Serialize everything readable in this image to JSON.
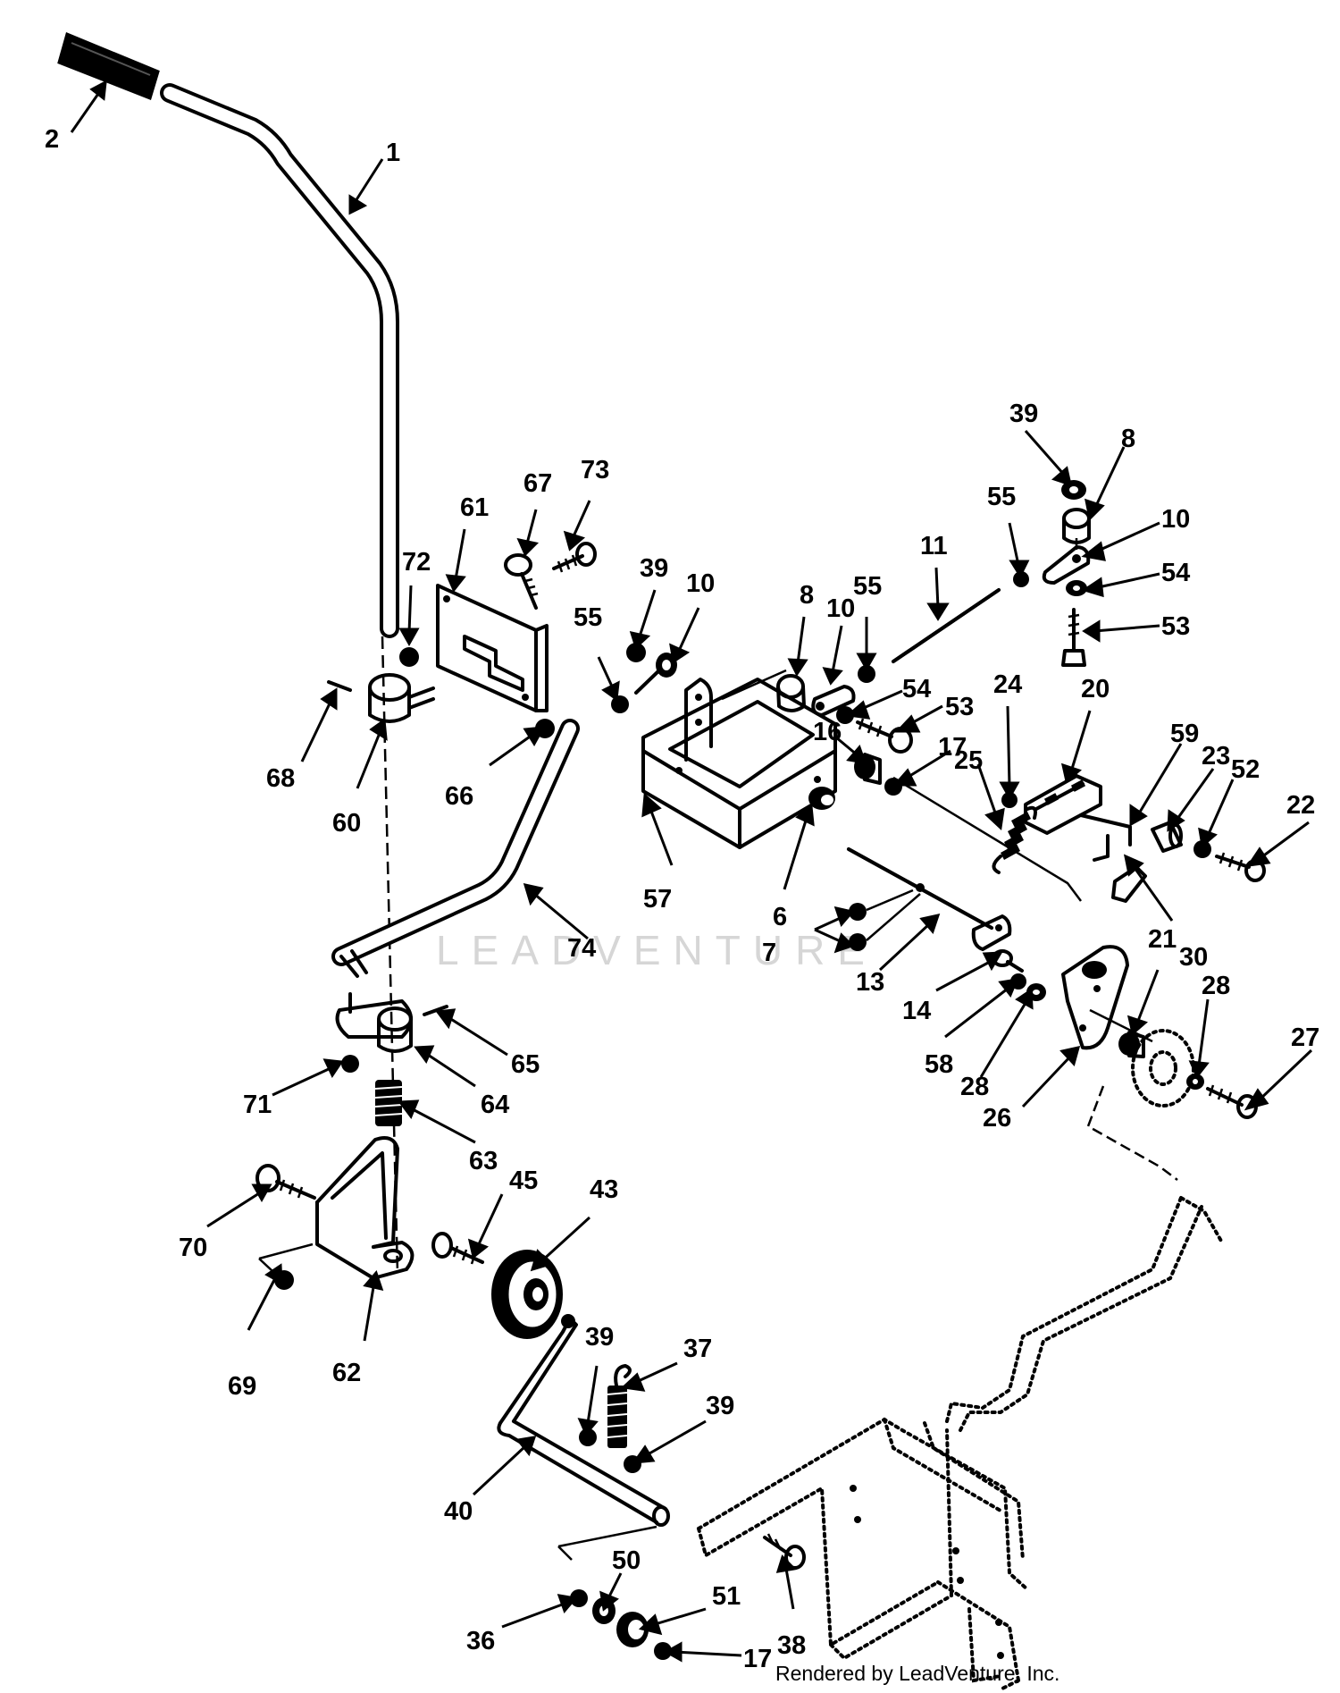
{
  "watermark": "LEADVENTURE",
  "footer": "Rendered by LeadVenture, Inc.",
  "callouts": [
    {
      "id": "c2",
      "text": "2"
    },
    {
      "id": "c1",
      "text": "1"
    },
    {
      "id": "c39a",
      "text": "39"
    },
    {
      "id": "c8a",
      "text": "8"
    },
    {
      "id": "c55a",
      "text": "55"
    },
    {
      "id": "c10a",
      "text": "10"
    },
    {
      "id": "c54a",
      "text": "54"
    },
    {
      "id": "c53a",
      "text": "53"
    },
    {
      "id": "c11",
      "text": "11"
    },
    {
      "id": "c67",
      "text": "67"
    },
    {
      "id": "c73",
      "text": "73"
    },
    {
      "id": "c61",
      "text": "61"
    },
    {
      "id": "c72",
      "text": "72"
    },
    {
      "id": "c39b",
      "text": "39"
    },
    {
      "id": "c10b",
      "text": "10"
    },
    {
      "id": "c55b",
      "text": "55"
    },
    {
      "id": "c8b",
      "text": "8"
    },
    {
      "id": "c10c",
      "text": "10"
    },
    {
      "id": "c55c",
      "text": "55"
    },
    {
      "id": "c54b",
      "text": "54"
    },
    {
      "id": "c53b",
      "text": "53"
    },
    {
      "id": "c24",
      "text": "24"
    },
    {
      "id": "c20",
      "text": "20"
    },
    {
      "id": "c16",
      "text": "16"
    },
    {
      "id": "c17a",
      "text": "17"
    },
    {
      "id": "c25",
      "text": "25"
    },
    {
      "id": "c59",
      "text": "59"
    },
    {
      "id": "c23",
      "text": "23"
    },
    {
      "id": "c52",
      "text": "52"
    },
    {
      "id": "c22",
      "text": "22"
    },
    {
      "id": "c68",
      "text": "68"
    },
    {
      "id": "c66",
      "text": "66"
    },
    {
      "id": "c60",
      "text": "60"
    },
    {
      "id": "c57",
      "text": "57"
    },
    {
      "id": "c6",
      "text": "6"
    },
    {
      "id": "c7",
      "text": "7"
    },
    {
      "id": "c74",
      "text": "74"
    },
    {
      "id": "c13",
      "text": "13"
    },
    {
      "id": "c21",
      "text": "21"
    },
    {
      "id": "c30",
      "text": "30"
    },
    {
      "id": "c28a",
      "text": "28"
    },
    {
      "id": "c14",
      "text": "14"
    },
    {
      "id": "c27",
      "text": "27"
    },
    {
      "id": "c58",
      "text": "58"
    },
    {
      "id": "c28b",
      "text": "28"
    },
    {
      "id": "c26",
      "text": "26"
    },
    {
      "id": "c65",
      "text": "65"
    },
    {
      "id": "c71",
      "text": "71"
    },
    {
      "id": "c64",
      "text": "64"
    },
    {
      "id": "c63",
      "text": "63"
    },
    {
      "id": "c45",
      "text": "45"
    },
    {
      "id": "c43",
      "text": "43"
    },
    {
      "id": "c70",
      "text": "70"
    },
    {
      "id": "c69",
      "text": "69"
    },
    {
      "id": "c62",
      "text": "62"
    },
    {
      "id": "c39c",
      "text": "39"
    },
    {
      "id": "c37",
      "text": "37"
    },
    {
      "id": "c39d",
      "text": "39"
    },
    {
      "id": "c40",
      "text": "40"
    },
    {
      "id": "c50",
      "text": "50"
    },
    {
      "id": "c51",
      "text": "51"
    },
    {
      "id": "c36",
      "text": "36"
    },
    {
      "id": "c38",
      "text": "38"
    },
    {
      "id": "c17b",
      "text": "17"
    }
  ]
}
